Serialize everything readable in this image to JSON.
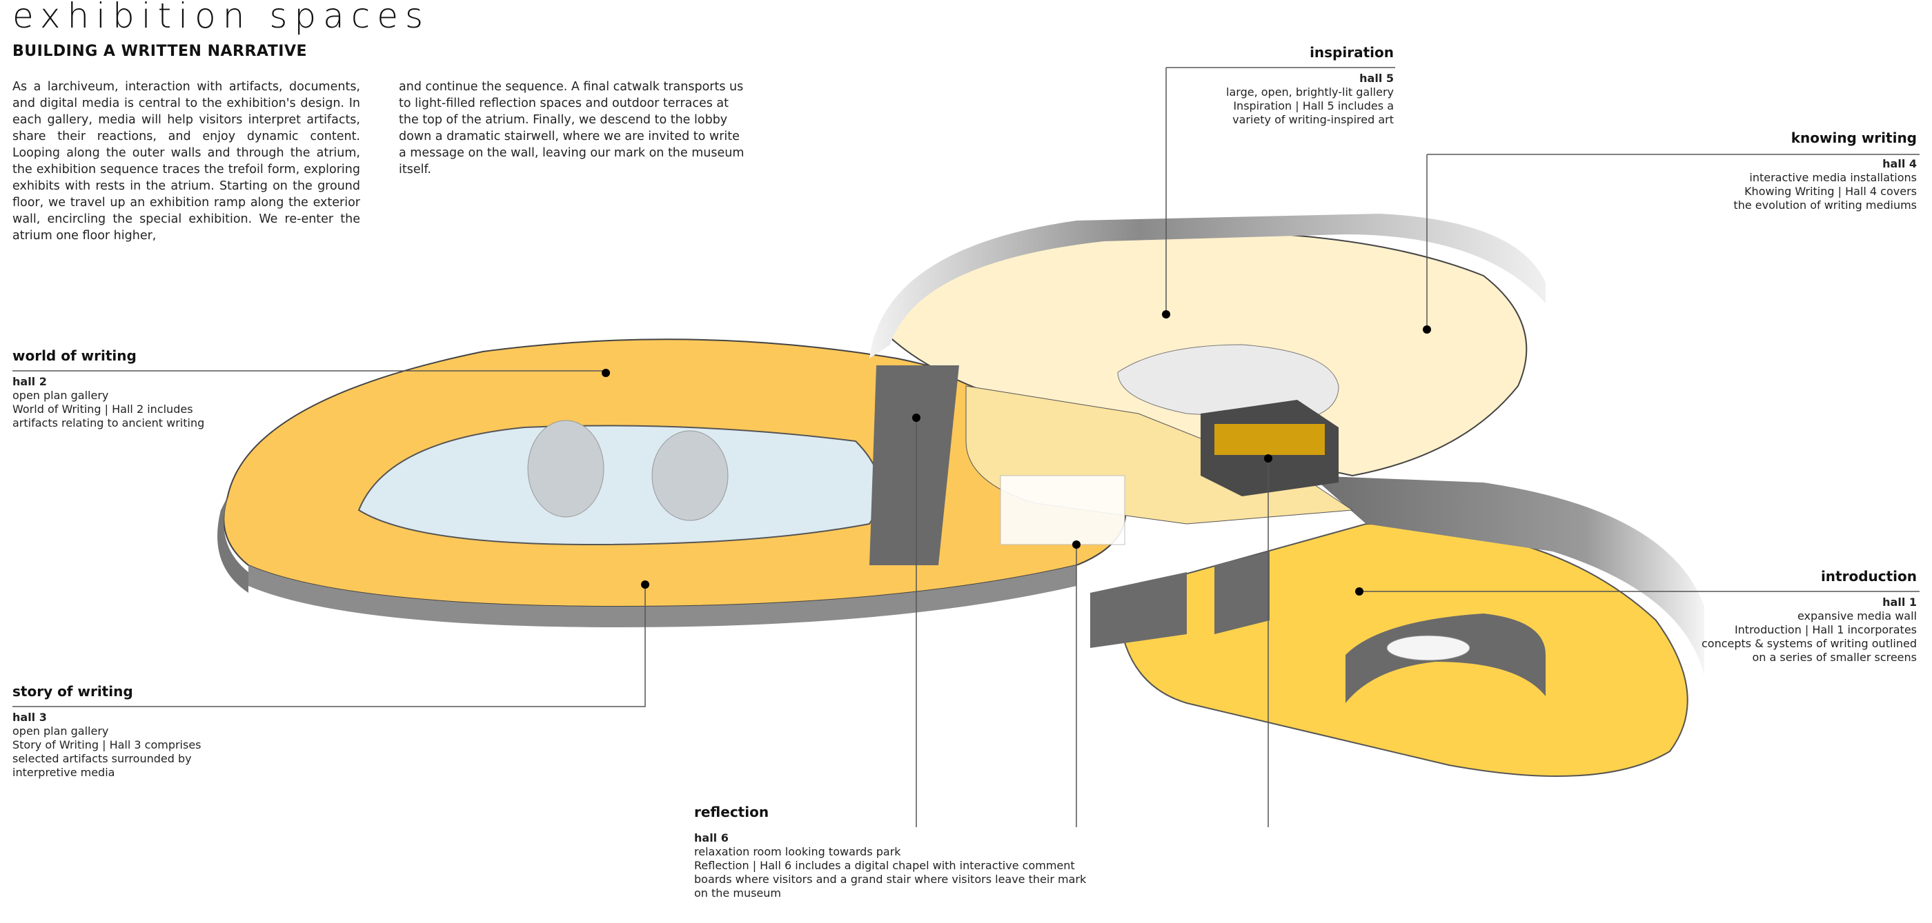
{
  "title": "exhibition spaces",
  "subtitle": "BUILDING A WRITTEN NARRATIVE",
  "intro": {
    "col1": "As a larchiveum, interaction with artifacts, documents, and digital media is central to the exhibition's design. In each gallery, media will help visitors interpret artifacts, share their reactions, and enjoy dynamic content. Looping along the outer walls and through the atrium, the exhibition sequence traces the trefoil form, exploring exhibits with rests in the atrium. Starting on the ground floor, we travel up an exhibition ramp along the exterior wall, encircling the special exhibition. We re-enter the atrium one floor higher,",
    "col2": "and continue the sequence. A final catwalk transports us to light-filled reflection spaces and outdoor terraces at the top of the atrium. Finally, we descend to the lobby down a dramatic stairwell, where we are invited to write a message on the wall, leaving our mark on the museum itself."
  },
  "halls": {
    "world": {
      "heading": "world of writing",
      "hall": "hall 2",
      "lines": [
        "open plan gallery",
        "World of Writing | Hall 2 includes",
        "artifacts relating to ancient writing"
      ]
    },
    "story": {
      "heading": "story of writing",
      "hall": "hall 3",
      "lines": [
        "open plan gallery",
        "Story of Writing | Hall 3 comprises",
        "selected artifacts surrounded by",
        "interpretive media"
      ]
    },
    "reflection": {
      "heading": "reflection",
      "hall": "hall 6",
      "lines": [
        "relaxation room looking towards park",
        "Reflection | Hall 6 includes a digital chapel with interactive comment",
        "boards where visitors and a grand stair where visitors leave their mark",
        "on the museum"
      ]
    },
    "inspiration": {
      "heading": "inspiration",
      "hall": "hall 5",
      "lines": [
        "large, open, brightly-lit gallery",
        "Inspiration | Hall 5 includes a",
        "variety of writing-inspired art"
      ]
    },
    "knowing": {
      "heading": "knowing writing",
      "hall": "hall 4",
      "lines": [
        "interactive media installations",
        "Khowing Writing | Hall 4 covers",
        "the evolution of writing mediums"
      ]
    },
    "introduction": {
      "heading": "introduction",
      "hall": "hall 1",
      "lines": [
        "expansive media wall",
        "Introduction | Hall 1 incorporates",
        "concepts & systems of writing outlined",
        "on a series of smaller screens"
      ]
    }
  },
  "colors": {
    "floor_yellow": "#ffd24d",
    "floor_pale": "#fdebb8",
    "wall_gray": "#7a7a7a",
    "void_blue": "#dceaf2",
    "leader_line": "#555555"
  }
}
